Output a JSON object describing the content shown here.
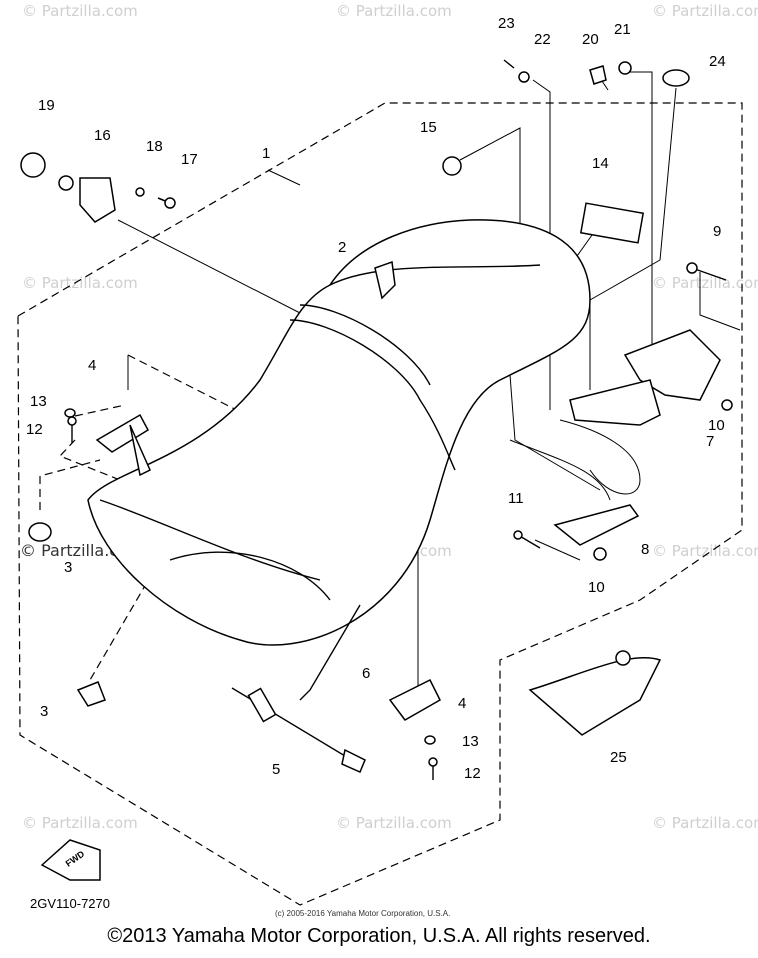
{
  "watermark": "© Partzilla.com",
  "watermark_dark": "© Partzilla.com",
  "small_copyright": "(c) 2005-2016 Yamaha Motor Corporation, U.S.A.",
  "diagram_code": "2GV110-7270",
  "fwd_label": "FWD",
  "footer": "©2013 Yamaha Motor Corporation, U.S.A. All rights reserved.",
  "labels": {
    "l1": "1",
    "l2": "2",
    "l3a": "3",
    "l3b": "3",
    "l4a": "4",
    "l4b": "4",
    "l5": "5",
    "l6": "6",
    "l7": "7",
    "l8": "8",
    "l9": "9",
    "l10a": "10",
    "l10b": "10",
    "l11": "11",
    "l12a": "12",
    "l12b": "12",
    "l13a": "13",
    "l13b": "13",
    "l14": "14",
    "l15": "15",
    "l16": "16",
    "l17": "17",
    "l18": "18",
    "l19": "19",
    "l20": "20",
    "l21": "21",
    "l22": "22",
    "l23": "23",
    "l24": "24",
    "l25": "25"
  }
}
